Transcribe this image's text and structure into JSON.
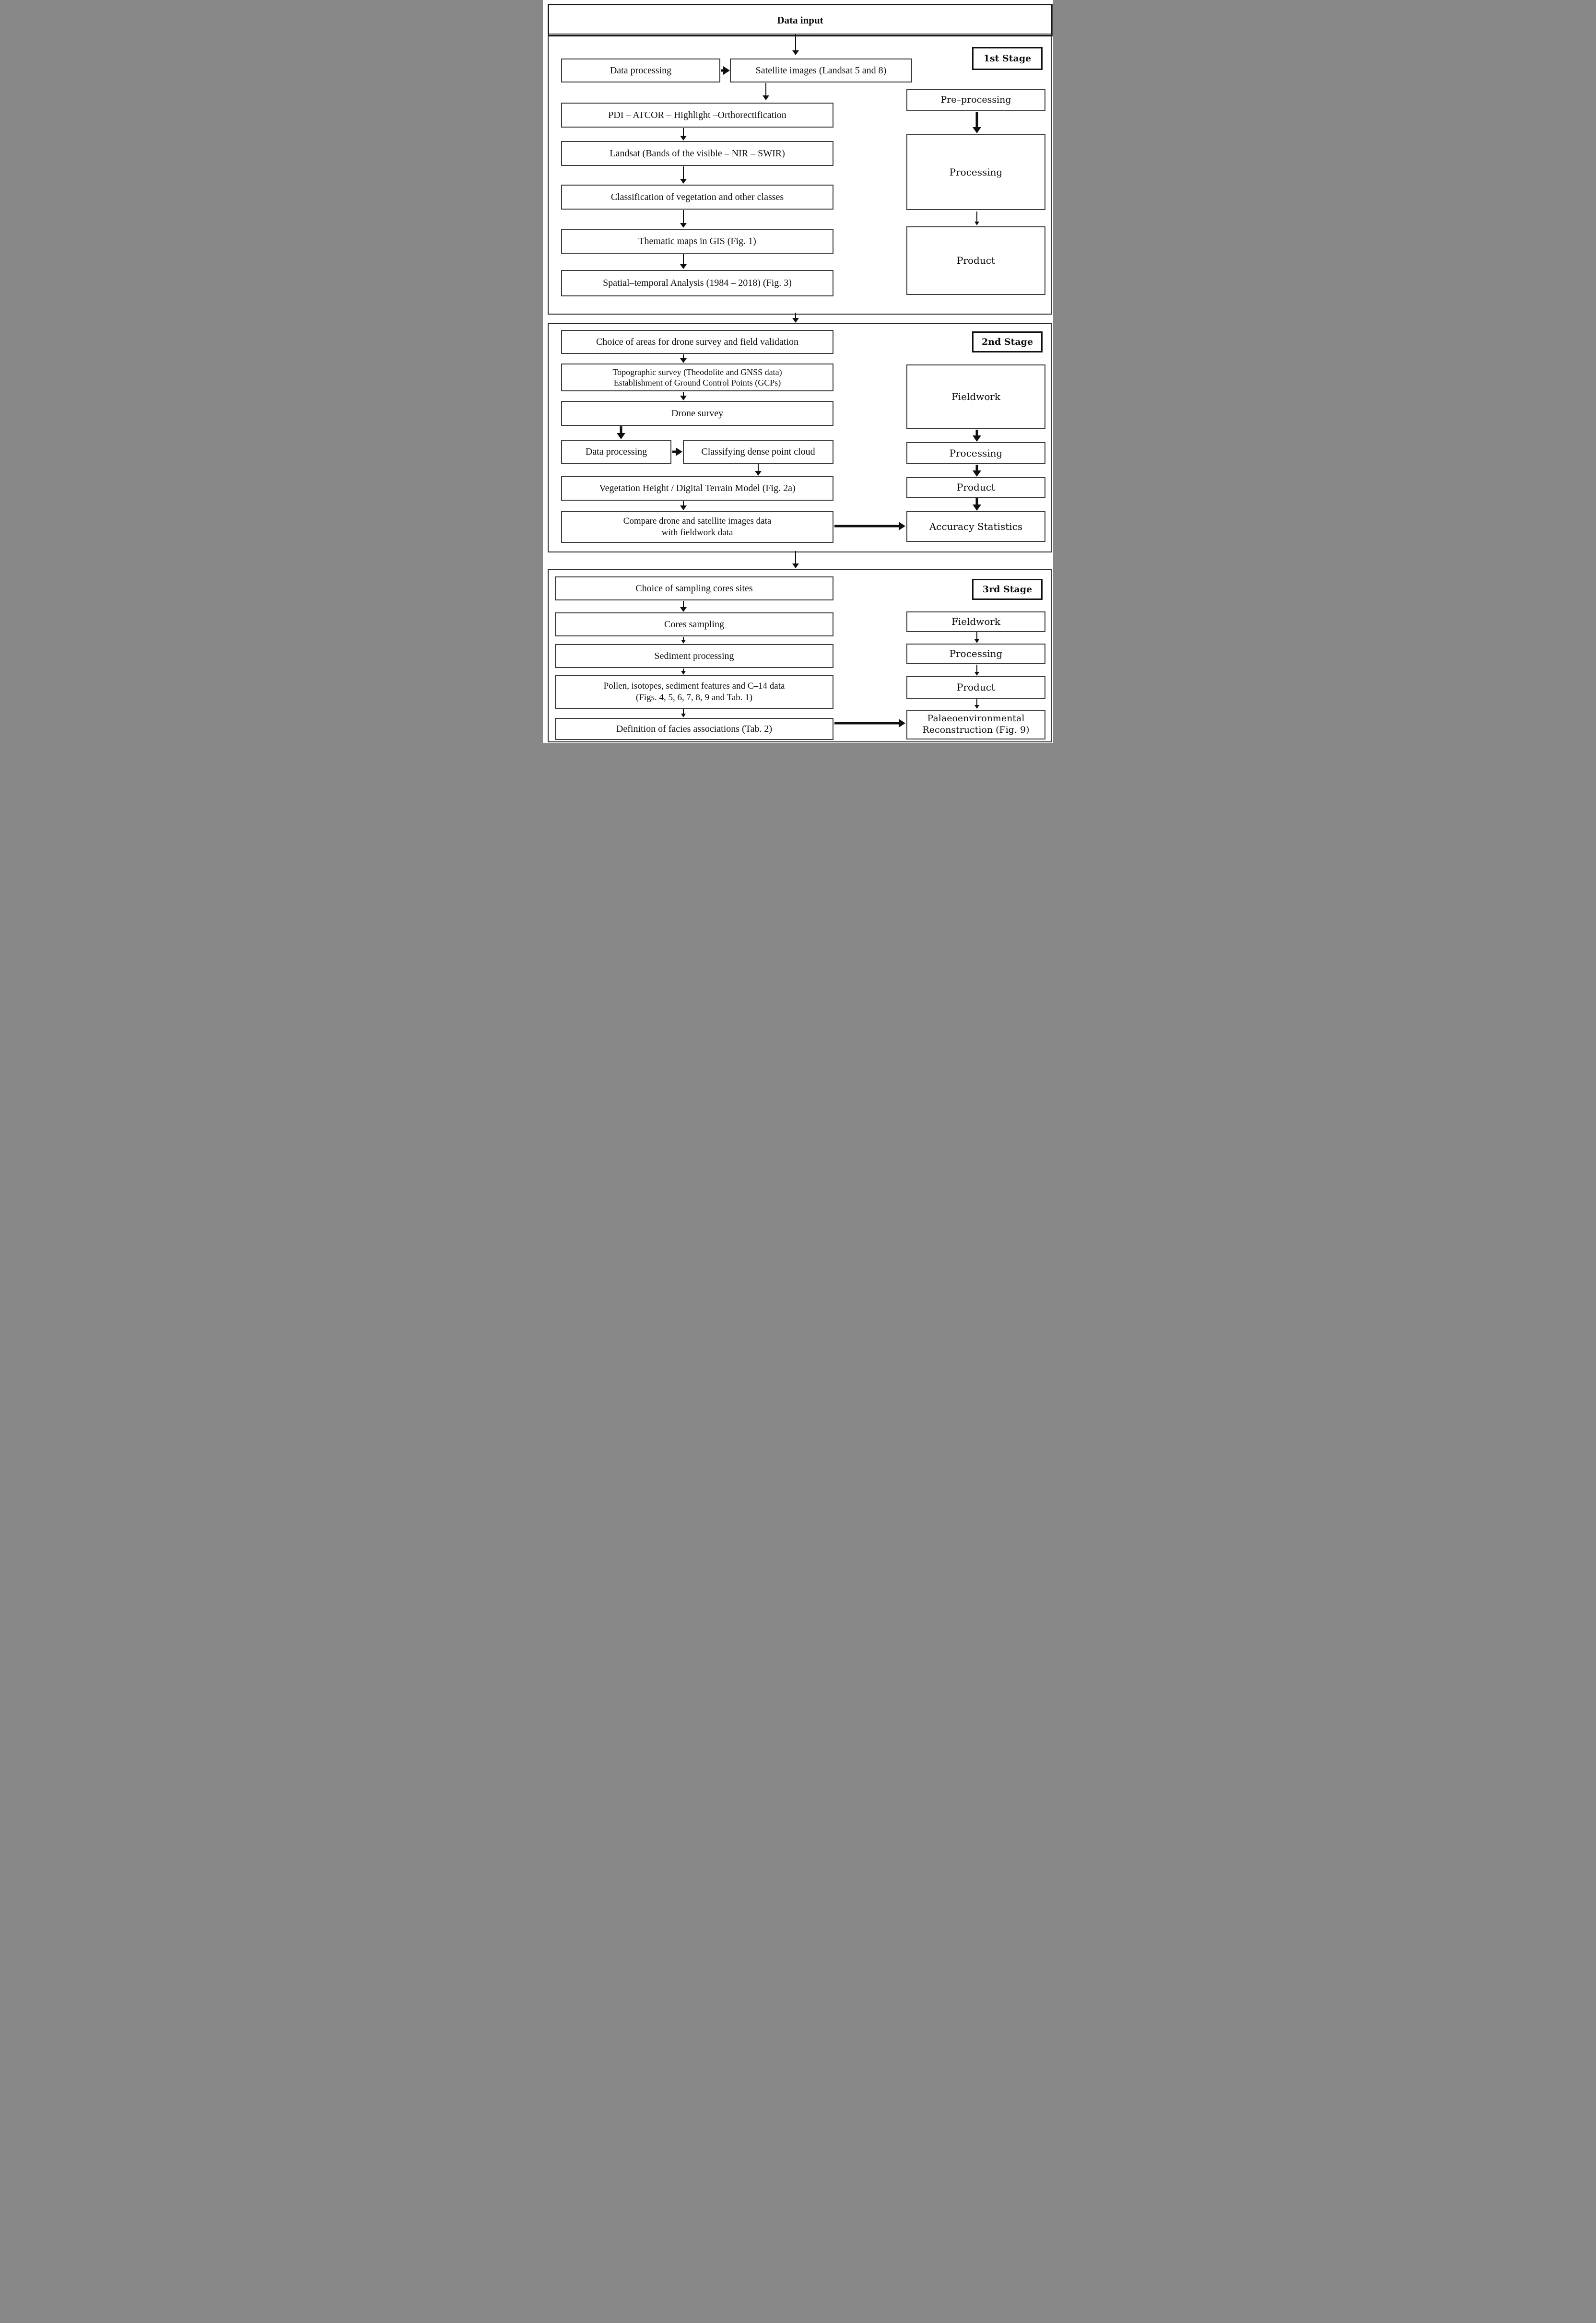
{
  "header": {
    "title": "Data input"
  },
  "stage1": {
    "label": "1st Stage",
    "left": {
      "data_processing": "Data processing",
      "satellite": "Satellite images (Landsat 5 and 8)",
      "pdi": "PDI – ATCOR – Highlight –Orthorectification",
      "landsat_bands": "Landsat (Bands of the visible – NIR – SWIR)",
      "classification": "Classification of vegetation and other classes",
      "thematic_maps": "Thematic maps in GIS (Fig. 1)",
      "spatial_temporal": "Spatial–temporal Analysis (1984 – 2018) (Fig. 3)"
    },
    "right": {
      "pre_processing": "Pre–processing",
      "processing": "Processing",
      "product": "Product"
    }
  },
  "stage2": {
    "label": "2nd Stage",
    "left": {
      "choice_areas": "Choice of areas for drone survey and field validation",
      "topographic_line1": "Topographic survey (Theodolite and GNSS data)",
      "topographic_line2": "Establishment of Ground Control Points (GCPs)",
      "drone_survey": "Drone survey",
      "data_processing": "Data processing",
      "classifying": "Classifying dense point cloud",
      "vegetation_height": "Vegetation Height / Digital Terrain Model (Fig. 2a)",
      "compare_line1": "Compare drone and satellite images data",
      "compare_line2": "with fieldwork data"
    },
    "right": {
      "fieldwork": "Fieldwork",
      "processing": "Processing",
      "product": "Product",
      "accuracy": "Accuracy Statistics"
    }
  },
  "stage3": {
    "label": "3rd Stage",
    "left": {
      "choice_cores": "Choice of sampling cores sites",
      "cores_sampling": "Cores sampling",
      "sediment_processing": "Sediment processing",
      "pollen_line1": "Pollen, isotopes, sediment features and C–14 data",
      "pollen_line2": "(Figs. 4, 5, 6, 7, 8, 9 and Tab. 1)",
      "definition_facies": "Definition of facies associations (Tab. 2)"
    },
    "right": {
      "fieldwork": "Fieldwork",
      "processing": "Processing",
      "product": "Product",
      "palaeo_line1": "Palaeoenvironmental",
      "palaeo_line2": "Reconstruction (Fig. 9)"
    }
  },
  "colors": {
    "background": "#ffffff",
    "box_border": "#3a3a3a",
    "outer_border": "#2a2a2a",
    "arrow": "#101010",
    "text": "#0d0d0d"
  }
}
